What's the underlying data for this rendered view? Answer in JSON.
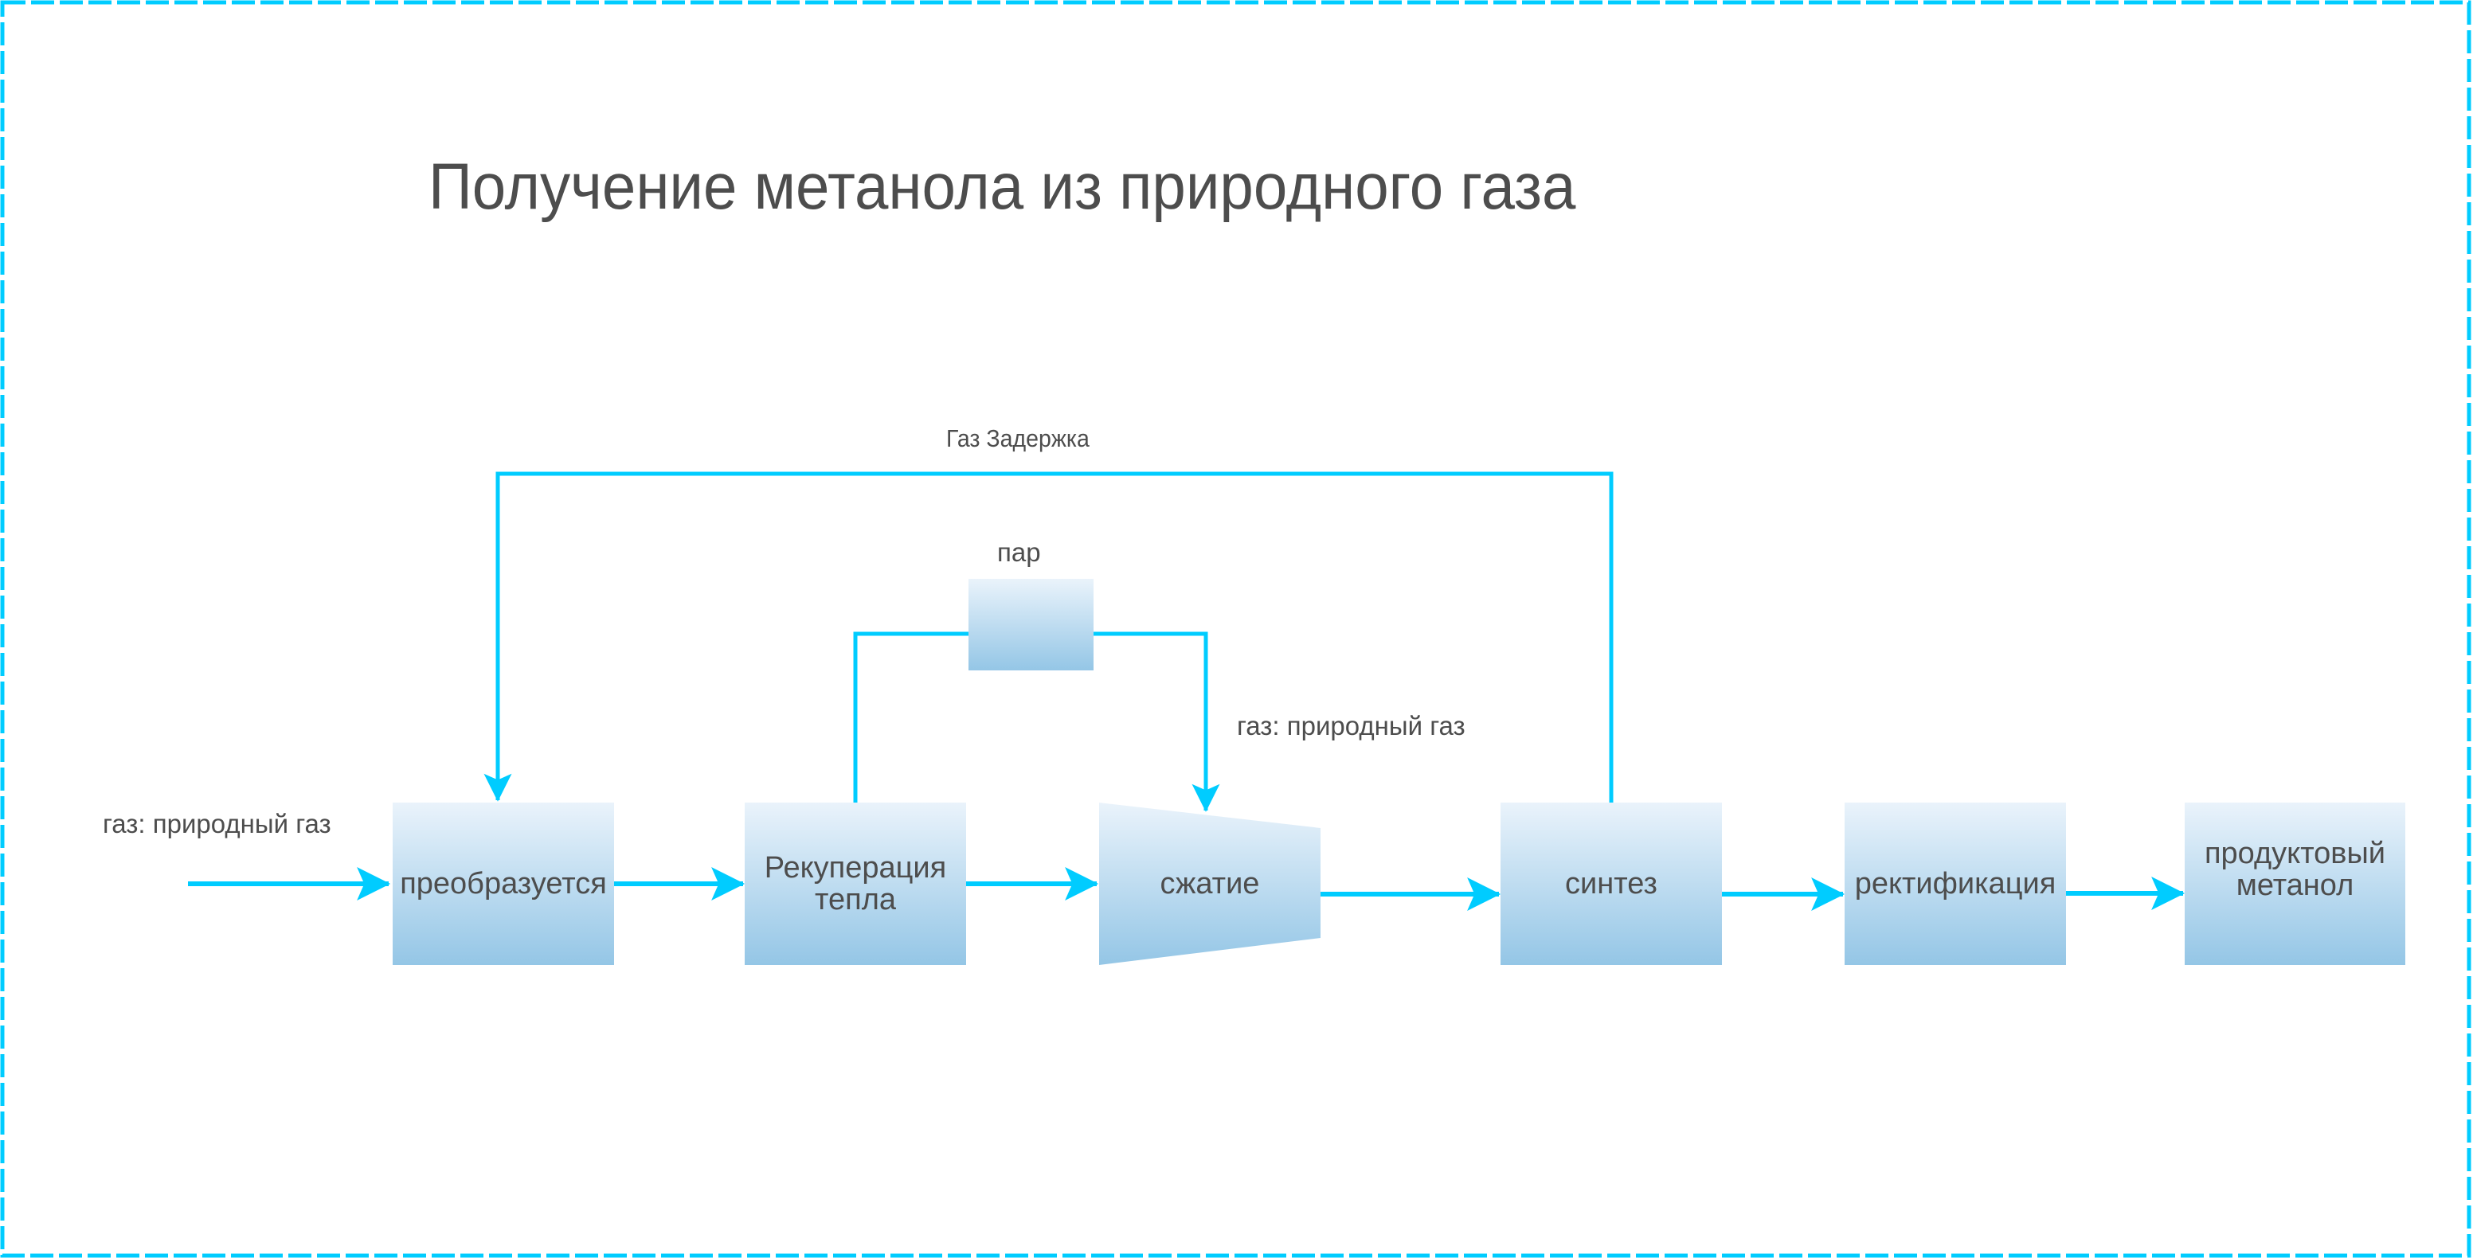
{
  "title": "Получение метанола из природного газа",
  "colors": {
    "line": "#00ccff",
    "frame": "#00ccff",
    "box_gradient_top": "#eaf3fb",
    "box_gradient_bottom": "#94c6e6",
    "text": "#4d4d4d"
  },
  "labels": {
    "input_gas": "газ: природный газ",
    "recycle_gas": "Газ Задержка",
    "steam": "пар",
    "compressor_gas": "газ: природный газ"
  },
  "nodes": {
    "reformer": "преобразуется",
    "heat_recovery_line1": "Рекуперация",
    "heat_recovery_line2": "тепла",
    "compression": "сжатие",
    "synthesis": "синтез",
    "rectification": "ректификация",
    "product_line1": "продуктовый",
    "product_line2": "метанол"
  },
  "flows": [
    {
      "from": "input",
      "to": "reformer",
      "label": "газ: природный газ"
    },
    {
      "from": "reformer",
      "to": "heat_recovery"
    },
    {
      "from": "heat_recovery",
      "to": "compression"
    },
    {
      "from": "heat_recovery",
      "to": "steam",
      "via": "steam-loop"
    },
    {
      "from": "steam",
      "to": "compression",
      "label": "газ: природный газ"
    },
    {
      "from": "compression",
      "to": "synthesis"
    },
    {
      "from": "synthesis",
      "to": "reformer",
      "label": "Газ Задержка"
    },
    {
      "from": "synthesis",
      "to": "rectification"
    },
    {
      "from": "rectification",
      "to": "product"
    }
  ]
}
